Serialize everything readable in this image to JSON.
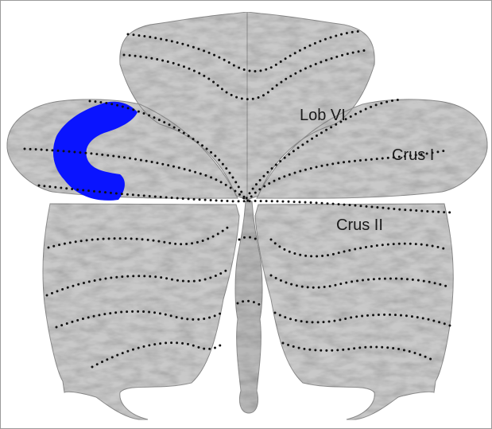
{
  "labels": {
    "lob_vi": "Lob VI",
    "crus_i": "Crus I",
    "crus_ii": "Crus II"
  },
  "colors": {
    "tissue": "#c9c9c9",
    "tissue_shade": "#8f8f8f",
    "boundary": "#111111",
    "highlight": "#0a14ff"
  }
}
